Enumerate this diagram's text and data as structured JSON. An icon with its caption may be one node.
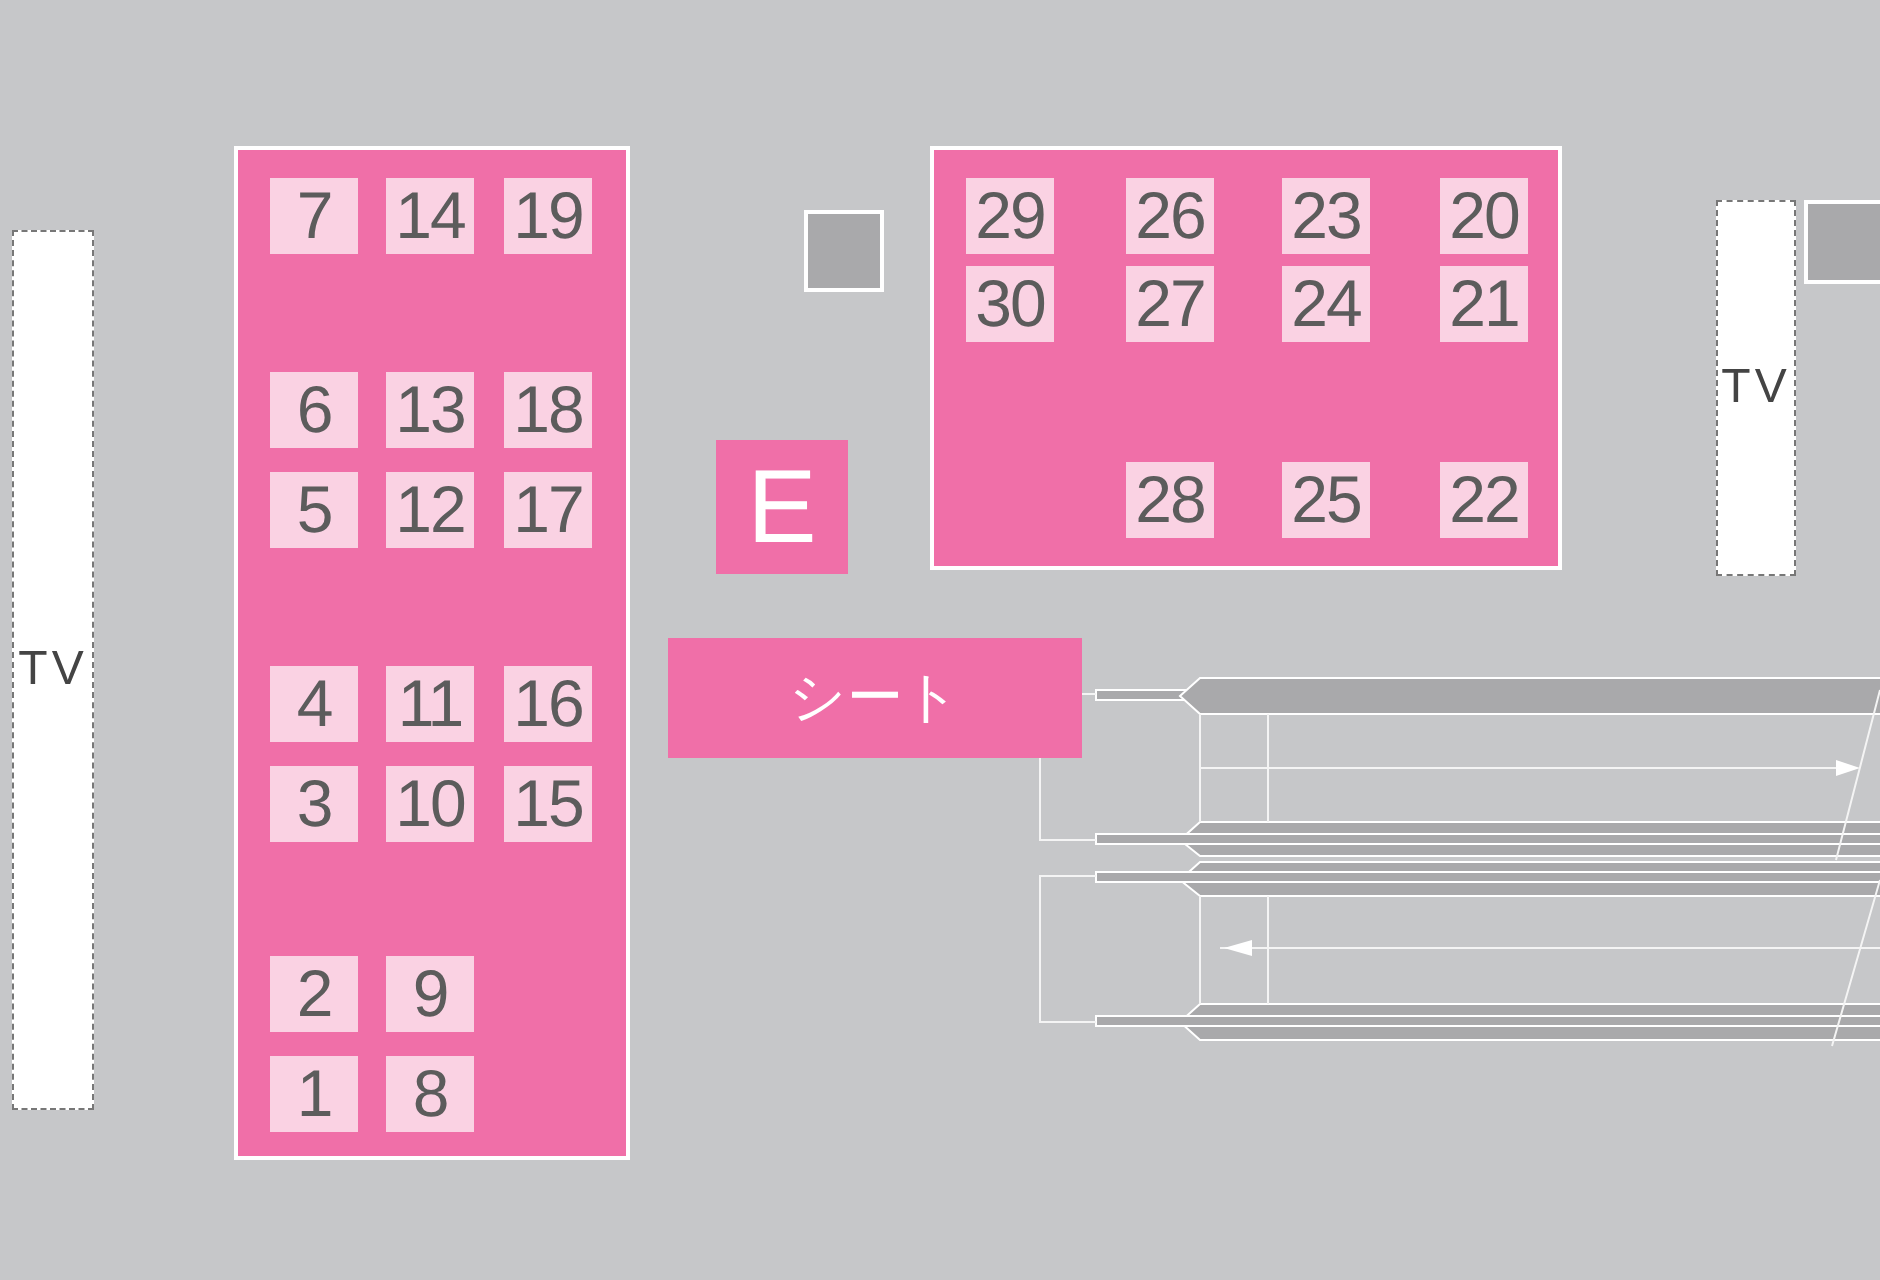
{
  "diagram": {
    "nodes": [
      {
        "text": [
          "TV"
        ]
      },
      {
        "text": [],
        "shape": "box"
      },
      {
        "text": [
          "7"
        ],
        "in": 1
      },
      {
        "text": [
          "14"
        ],
        "in": 1
      },
      {
        "text": [
          "19"
        ],
        "in": 1
      },
      {
        "text": [
          "6"
        ],
        "in": 1
      },
      {
        "text": [
          "13"
        ],
        "in": 1
      },
      {
        "text": [
          "18"
        ],
        "in": 1
      },
      {
        "text": [
          "5"
        ],
        "in": 1
      },
      {
        "text": [
          "12"
        ],
        "in": 1
      },
      {
        "text": [
          "17"
        ],
        "in": 1
      },
      {
        "text": [
          "4"
        ],
        "in": 1
      },
      {
        "text": [
          "11"
        ],
        "in": 1
      },
      {
        "text": [
          "16"
        ],
        "in": 1
      },
      {
        "text": [
          "3"
        ],
        "in": 1
      },
      {
        "text": [
          "10"
        ],
        "in": 1
      },
      {
        "text": [
          "15"
        ],
        "in": 1
      },
      {
        "text": [
          "2"
        ],
        "in": 1
      },
      {
        "text": [
          "9"
        ],
        "in": 1
      },
      {
        "text": [
          "1"
        ],
        "in": 1
      },
      {
        "text": [
          "8"
        ],
        "in": 1
      },
      {
        "text": [
          "E"
        ]
      },
      {
        "text": [],
        "shape": "box"
      },
      {
        "text": [
          "29"
        ],
        "in": 22
      },
      {
        "text": [
          "26"
        ],
        "in": 22
      },
      {
        "text": [
          "23"
        ],
        "in": 22
      },
      {
        "text": [
          "20"
        ],
        "in": 22
      },
      {
        "text": [
          "30"
        ],
        "in": 22
      },
      {
        "text": [
          "27"
        ],
        "in": 22
      },
      {
        "text": [
          "24"
        ],
        "in": 22
      },
      {
        "text": [
          "21"
        ],
        "in": 22
      },
      {
        "text": [
          "28"
        ],
        "in": 22
      },
      {
        "text": [
          "25"
        ],
        "in": 22
      },
      {
        "text": [
          "22"
        ],
        "in": 22
      },
      {
        "text": [
          "TV"
        ]
      },
      {
        "text": [
          "シート"
        ]
      }
    ]
  }
}
